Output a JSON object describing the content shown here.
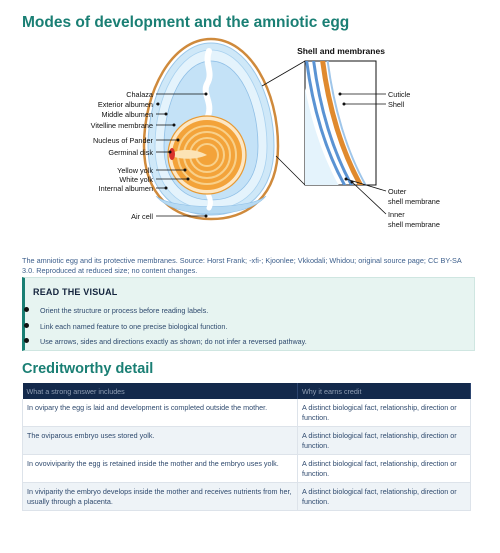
{
  "title": "Modes of development and the amniotic egg",
  "figure": {
    "inset_title": "Shell and membranes",
    "left_labels": [
      "Chalaza",
      "Exterior albumen",
      "Middle albumen",
      "Vitelline membrane",
      "Nucleus of Pander",
      "Germinal disk",
      "Yellow yolk",
      "White yolk",
      "Internal albumen",
      "Air cell"
    ],
    "right_labels": [
      "Cuticle",
      "Shell",
      "Outer",
      "shell membrane",
      "Inner",
      "shell membrane"
    ],
    "colors": {
      "albumen": "#cfe8f8",
      "yolk": "#f2a43a",
      "yolk_ring": "#f7c873",
      "germinal_disk": "#d8312b",
      "shell": "#e08a2e",
      "membrane": "#5a93d3"
    }
  },
  "caption": "The amniotic egg and its protective membranes. Source: Horst Frank; -xfi-; Kjoonlee; Vkkodali; Whidou; original source page; CC BY-SA 3.0. Reproduced at reduced size; no content changes.",
  "read_visual": {
    "heading": "READ THE VISUAL",
    "items": [
      "Orient the structure or process before reading labels.",
      "Link each named feature to one precise biological function.",
      "Use arrows, sides and directions exactly as shown; do not infer a reversed pathway."
    ]
  },
  "credit": {
    "heading": "Creditworthy detail",
    "columns": [
      "What a strong answer includes",
      "Why it earns credit"
    ],
    "rows": [
      [
        "In ovipary the egg is laid and development is completed outside the mother.",
        "A distinct biological fact, relationship, direction or function."
      ],
      [
        "The oviparous embryo uses stored yolk.",
        "A distinct biological fact, relationship, direction or function."
      ],
      [
        "In ovoviviparity the egg is retained inside the mother and the embryo uses yolk.",
        "A distinct biological fact, relationship, direction or function."
      ],
      [
        "In viviparity the embryo develops inside the mother and receives nutrients from her, usually through a placenta.",
        "A distinct biological fact, relationship, direction or function."
      ]
    ]
  }
}
